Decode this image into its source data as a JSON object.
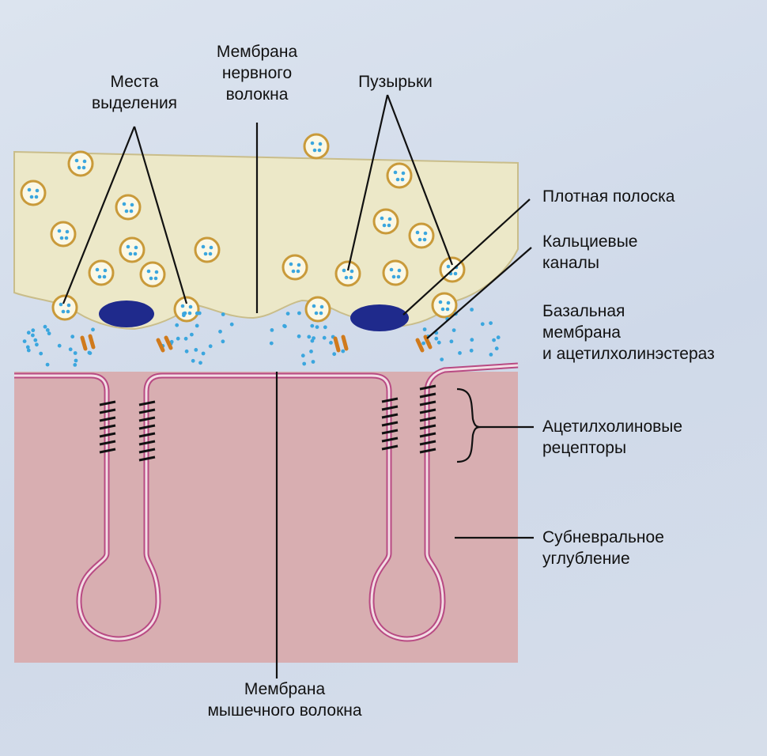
{
  "labels": {
    "release_sites": "Места\nвыделения",
    "nerve_membrane": "Мембрана\nнервного\nволокна",
    "vesicles": "Пузырьки",
    "dense_bar": "Плотная полоска",
    "calcium_channels": "Кальциевые\nканалы",
    "basal_membrane": "Базальная\nмембрана\nи ацетилхолинэстераз",
    "ach_receptors": "Ацетилхолиновые\nрецепторы",
    "subneural_cleft": "Субневральное\nуглубление",
    "muscle_membrane": "Мембрана\nмышечного волокна"
  },
  "colors": {
    "nerve_terminal": "#ece8c8",
    "nerve_outline": "#c9bd8a",
    "muscle_fiber": "#d8aeb1",
    "muscle_membrane": "#b84a83",
    "vesicle_ring": "#c99a3a",
    "transmitter": "#3ba6de",
    "dense_bar": "#1f2a8c",
    "channel": "#d07a1c",
    "line": "#111111"
  }
}
